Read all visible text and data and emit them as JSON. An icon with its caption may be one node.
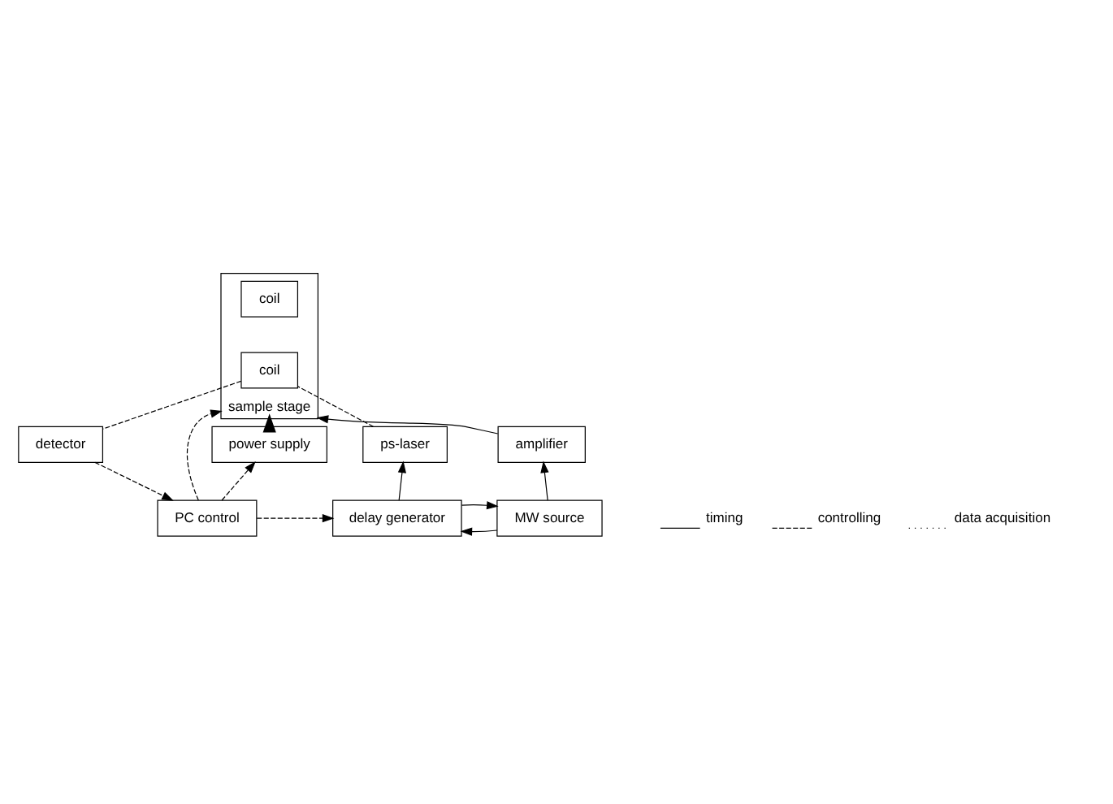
{
  "diagram": {
    "nodes": [
      {
        "text": [
          "ps-laser"
        ]
      },
      {
        "text": [
          "sample stage"
        ]
      },
      {
        "text": [
          "coil"
        ],
        "in": 1
      },
      {
        "text": [
          "coil"
        ],
        "in": 1
      },
      {
        "text": [
          "detector"
        ]
      },
      {
        "text": [
          "amplifier"
        ]
      },
      {
        "text": [
          "power supply"
        ]
      },
      {
        "text": [
          "PC control"
        ]
      },
      {
        "text": [
          "MW source"
        ]
      },
      {
        "text": [
          "delay generator"
        ]
      }
    ],
    "edges": [
      {
        "from": 0,
        "to": 3,
        "arrow": "none",
        "style": "dashed"
      },
      {
        "from": 3,
        "to": 4,
        "arrow": "none",
        "style": "dashed"
      },
      {
        "from": 5,
        "to": 1,
        "arrow": "to"
      },
      {
        "from": 6,
        "to": 1,
        "arrow": "to",
        "style": "thick"
      },
      {
        "from": 7,
        "to": 1,
        "arrow": "to",
        "style": "dashed"
      },
      {
        "from": 7,
        "to": 6,
        "arrow": "to",
        "style": "dashed"
      },
      {
        "from": 4,
        "to": 7,
        "arrow": "to",
        "style": "dashed"
      },
      {
        "from": 8,
        "to": 5,
        "arrow": "to"
      },
      {
        "from": 7,
        "to": 9,
        "arrow": "to",
        "style": "dashed"
      },
      {
        "from": 9,
        "to": 8,
        "arrow": "to"
      },
      {
        "from": 9,
        "to": 0,
        "arrow": "to"
      },
      {
        "from": 8,
        "to": 9,
        "arrow": "to"
      }
    ],
    "legend": [
      {
        "text": "timing"
      },
      {
        "text": "controlling"
      },
      {
        "text": "data acquisition"
      }
    ]
  }
}
